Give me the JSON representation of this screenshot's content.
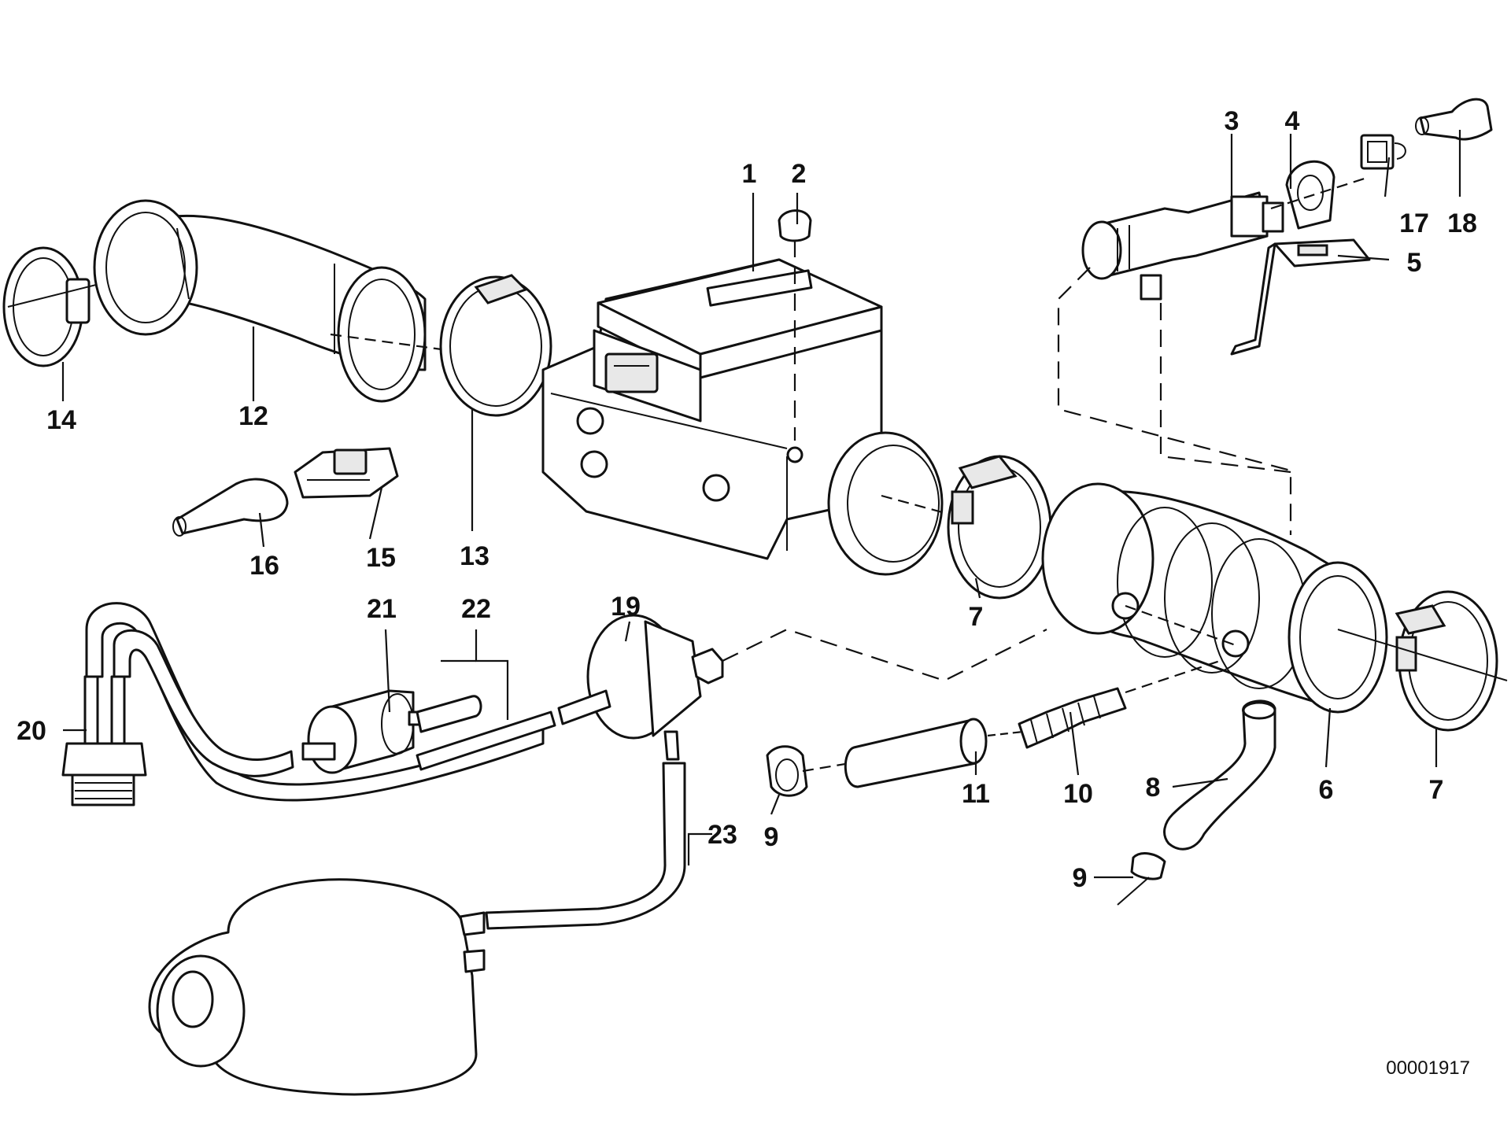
{
  "diagram": {
    "reference_number": "00001917",
    "callouts": {
      "c1": "1",
      "c2": "2",
      "c3": "3",
      "c4": "4",
      "c5": "5",
      "c6": "6",
      "c7a": "7",
      "c7b": "7",
      "c8": "8",
      "c9a": "9",
      "c9b": "9",
      "c10": "10",
      "c11": "11",
      "c12": "12",
      "c13": "13",
      "c14": "14",
      "c15": "15",
      "c16": "16",
      "c17": "17",
      "c18": "18",
      "c19": "19",
      "c20": "20",
      "c21": "21",
      "c22": "22",
      "c23": "23"
    }
  }
}
